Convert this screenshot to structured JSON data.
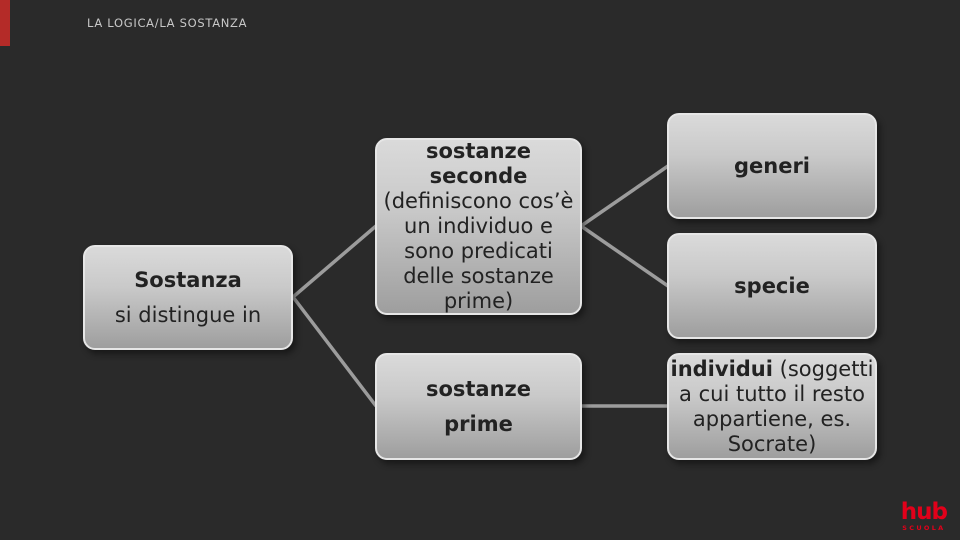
{
  "slide": {
    "header": "LA LOGICA/LA SOSTANZA",
    "background_color": "#2a2a2a",
    "accent_bar_color": "#b42b28",
    "connector_color": "#9c9c9c",
    "box_gradient_top": "#dadada",
    "box_gradient_bottom": "#9e9e9e",
    "box_text_color": "#222222"
  },
  "diagram": {
    "root": {
      "line1": "Sostanza",
      "line2": "si distingue in"
    },
    "seconde": {
      "line1": "sostanze",
      "line2": "seconde",
      "line3": "(definiscono cos’è",
      "line4": "un individuo e",
      "line5": "sono predicati",
      "line6": "delle sostanze",
      "line7": "prime)"
    },
    "prime": {
      "line1": "sostanze",
      "line2": "prime"
    },
    "generi": {
      "label": "generi"
    },
    "specie": {
      "label": "specie"
    },
    "individui": {
      "line1_bold": "individui",
      "line1_rest": " (soggetti",
      "line2": "a cui tutto il resto",
      "line3": "appartiene, es.",
      "line4": "Socrate)"
    }
  },
  "logo": {
    "brand": "hub",
    "sub": "SCUOLA",
    "color": "#e2001a"
  }
}
